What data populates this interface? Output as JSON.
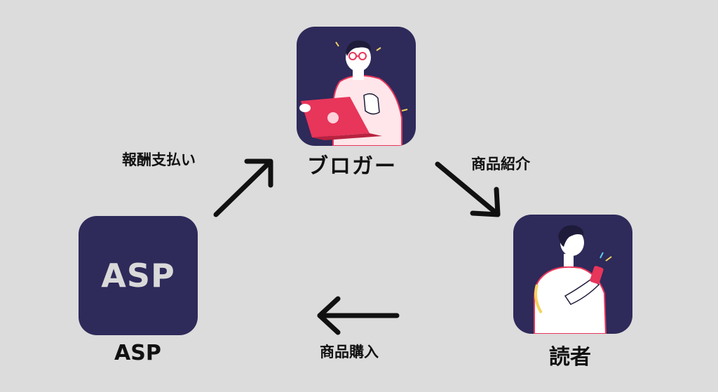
{
  "nodes": {
    "blogger": {
      "label": "ブロガー",
      "icon": "blogger-laptop-illustration"
    },
    "asp": {
      "label": "ASP",
      "logo_text": "ASP"
    },
    "reader": {
      "label": "読者",
      "icon": "reader-phone-illustration"
    }
  },
  "edges": {
    "payment": {
      "label": "報酬支払い",
      "from": "asp",
      "to": "blogger"
    },
    "introduce": {
      "label": "商品紹介",
      "from": "blogger",
      "to": "reader"
    },
    "purchase": {
      "label": "商品購入",
      "from": "reader",
      "to": "asp"
    }
  },
  "colors": {
    "background": "#dcdcdc",
    "tile": "#2e2a5a",
    "accent": "#e8355a",
    "arrow": "#111111"
  }
}
